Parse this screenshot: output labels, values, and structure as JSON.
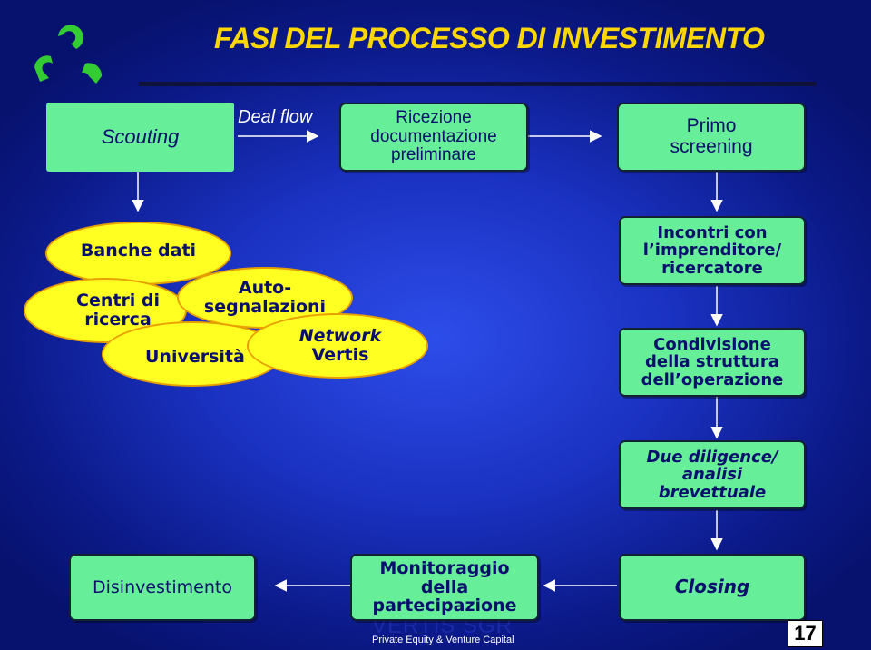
{
  "title": "FASI DEL PROCESSO DI INVESTIMENTO",
  "deal_flow_label": "Deal flow",
  "boxes": {
    "scouting": "Scouting",
    "ricezione": "Ricezione\ndocumentazione\npreliminare",
    "primo_screening": "Primo\nscreening",
    "incontri": "Incontri con\nl’imprenditore/\nricercatore",
    "condivisione": "Condivisione\ndella struttura\ndell’operazione",
    "due_diligence": "Due diligence/\nanalisi\nbrevettuale",
    "closing": "Closing",
    "monitoraggio": "Monitoraggio\ndella\npartecipazione",
    "disinvestimento": "Disinvestimento"
  },
  "sources": {
    "banche_dati": "Banche dati",
    "centri_di_ricerca": "Centri di\nricerca",
    "auto_segnalazioni": "Auto-\nsegnalazioni",
    "universita": "Università",
    "network_line1": "Network",
    "network_line2": "Vertis"
  },
  "brand": {
    "name": "VERTIS SGR",
    "tagline": "Private Equity & Venture Capital"
  },
  "page_number": "17",
  "colors": {
    "background": "#1a31c0",
    "box_fill": "#66ee99",
    "ellipse_fill": "#ffff22",
    "title": "#ffd700",
    "text": "#0a0f6e",
    "logo": "#33cc33"
  }
}
